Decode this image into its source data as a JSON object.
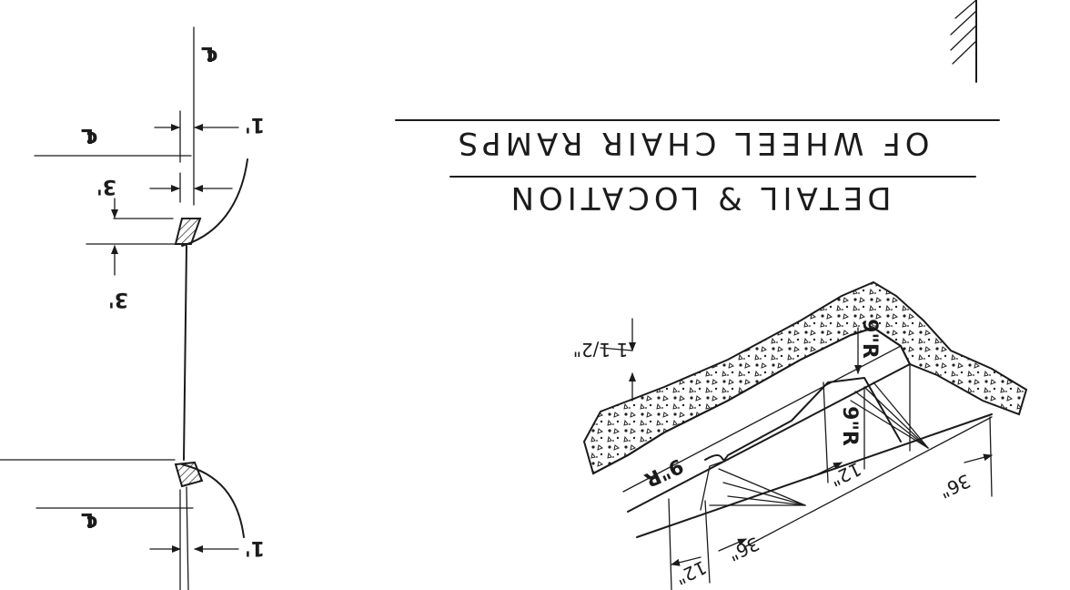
{
  "title": {
    "line1": "DETAIL ⅋ LOCATION",
    "line2": "OF WHEEL CHAIR RAMPS"
  },
  "plan": {
    "centerline_top": "℄",
    "centerline_mid": "℄",
    "centerline_bottom": "℄",
    "dim_1_top": "1'",
    "dim_3_top": "3'",
    "dim_3_mid": "3'",
    "dim_1_bottom": "1'"
  },
  "isometric": {
    "dim_half": "1 1/2\"",
    "dim_9r_a": "9\"R",
    "dim_9r_b": "9\"R",
    "dim_9r_c": "9\"R",
    "dim_12_a": "12\"",
    "dim_36_a": "36\"",
    "dim_12_b": "12\"",
    "dim_36_b": "36\""
  }
}
